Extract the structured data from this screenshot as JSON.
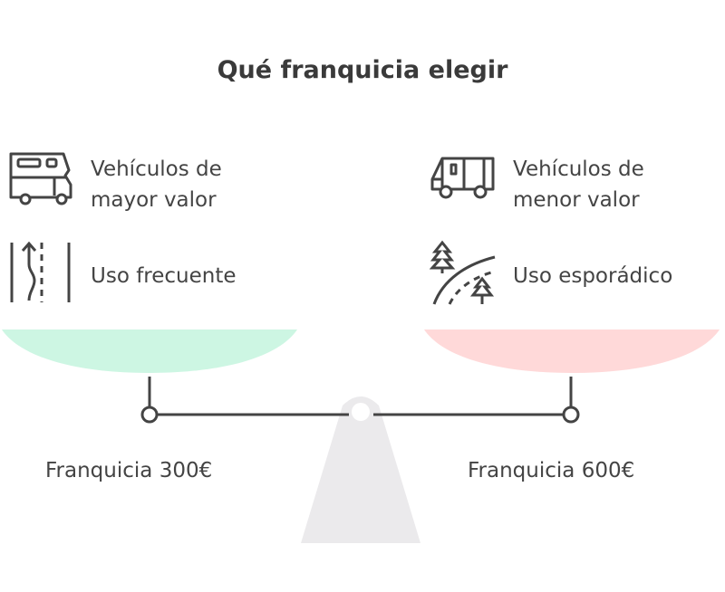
{
  "title": "Qué franquicia elegir",
  "left": {
    "items": [
      {
        "icon": "motorhome-icon",
        "label_line1": "Vehículos de",
        "label_line2": "mayor valor"
      },
      {
        "icon": "road-icon",
        "label": "Uso frecuente"
      }
    ],
    "franchise": "Franquicia 300€",
    "color": "#cdf6e3"
  },
  "right": {
    "items": [
      {
        "icon": "van-icon",
        "label_line1": "Vehículos de",
        "label_line2": "menor valor"
      },
      {
        "icon": "forest-road-icon",
        "label": "Uso esporádico"
      }
    ],
    "franchise": "Franquicia 600€",
    "color": "#ffd9d9"
  }
}
